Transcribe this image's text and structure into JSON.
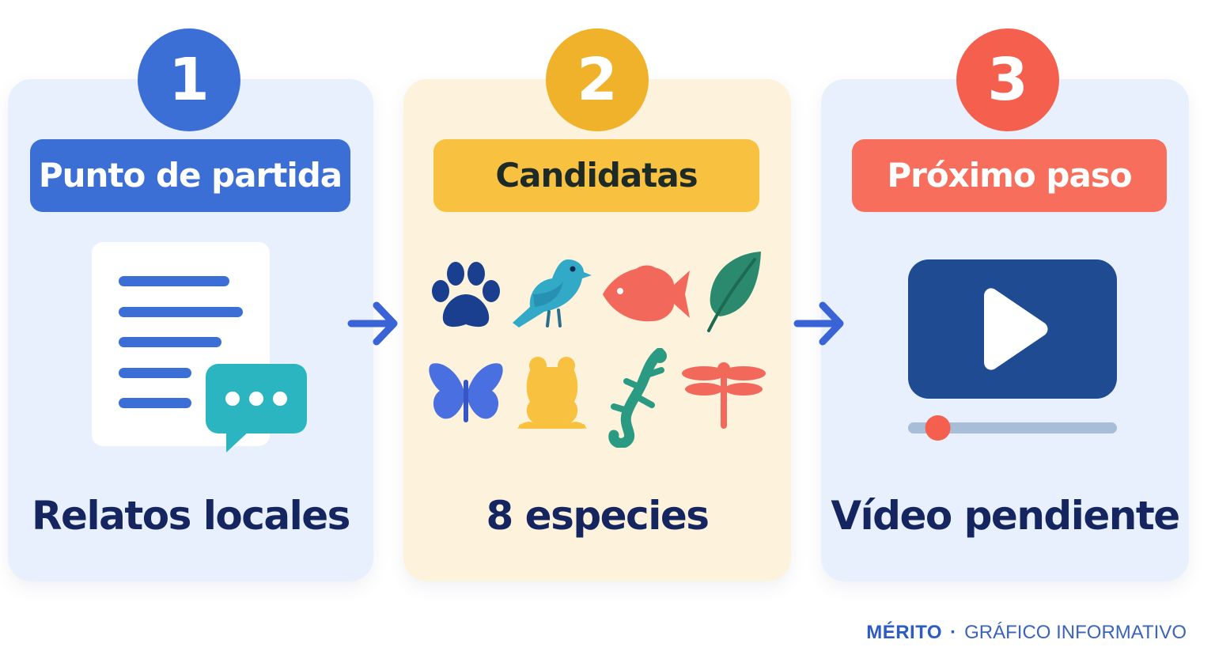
{
  "steps": [
    {
      "number": "1",
      "label": "Punto de partida",
      "caption": "Relatos locales",
      "accent": "#3b6fd6"
    },
    {
      "number": "2",
      "label": "Candidatas",
      "caption": "8 especies",
      "accent": "#f0b22a"
    },
    {
      "number": "3",
      "label": "Próximo paso",
      "caption": "Vídeo pendiente",
      "accent": "#f4604d"
    }
  ],
  "icons": {
    "step1": [
      "document-icon",
      "chat-bubble-icon"
    ],
    "step2": [
      "paw-print-icon",
      "bird-icon",
      "fish-icon",
      "leaf-icon",
      "butterfly-icon",
      "frog-icon",
      "lizard-icon",
      "dragonfly-icon"
    ],
    "step3": [
      "video-player-icon",
      "progress-bar"
    ]
  },
  "video_progress_fraction": 0.1,
  "footer": {
    "brand": "MÉRITO",
    "separator": "·",
    "subtitle": "GRÁFICO INFORMATIVO"
  }
}
